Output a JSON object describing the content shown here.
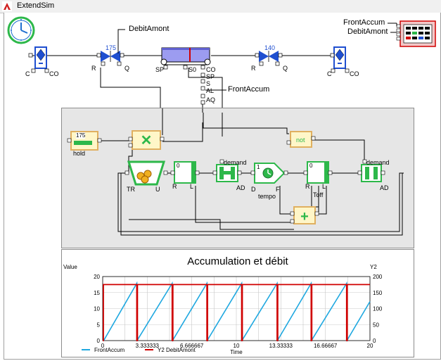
{
  "window": {
    "title": "ExtendSim"
  },
  "top_row": {
    "debit_amont_label": "DebitAmont",
    "valve1_value": "175",
    "valve2_value": "140",
    "front_accum_label": "FrontAccum",
    "legend_block_labels": [
      "FrontAccum",
      "DebitAmont"
    ]
  },
  "connectors": {
    "source_c": "C",
    "source_co": "CO",
    "valve1_r": "R",
    "valve1_q": "Q",
    "conv_sp": "SP",
    "conv_so": "S0",
    "conv_co": "CO",
    "conv_out": [
      "SP",
      "S",
      "AL",
      "AQ"
    ],
    "valve2_r": "R",
    "valve2_q": "Q",
    "sink_c": "C",
    "sink_co": "CO"
  },
  "logic": {
    "hold_value": "175",
    "hold_label": "hold",
    "not_label": "not",
    "counter_r_value": "0",
    "counter_r2_value": "0",
    "demand1": "demand",
    "demand2": "demand",
    "tr": "TR",
    "u": "U",
    "r1": "R",
    "l1": "L",
    "ad1": "AD",
    "ad2": "AD",
    "timer_value": "1",
    "d": "D",
    "f": "F",
    "tempo": "tempo",
    "r2": "R",
    "l2": "L",
    "toff": "Toff"
  },
  "chart": {
    "title": "Accumulation et débit"
  },
  "chart_data": {
    "type": "line",
    "title": "Accumulation et débit",
    "xlabel": "Time",
    "ylabel": "Value",
    "y2label": "Y2",
    "xlim": [
      0,
      20
    ],
    "ylim": [
      0,
      20
    ],
    "y2lim": [
      0,
      200
    ],
    "x_ticks": [
      "0",
      "3.333333",
      "6.666667",
      "10",
      "13.33333",
      "16.66667",
      "20"
    ],
    "y_ticks": [
      "0",
      "5",
      "10",
      "15",
      "20"
    ],
    "y2_ticks": [
      "0",
      "50",
      "100",
      "150",
      "200"
    ],
    "grid": true,
    "legend_position": "bottom-left",
    "series": [
      {
        "name": "FrontAccum",
        "color": "#1fa8e0",
        "axis": "left",
        "x": [
          0,
          0.1,
          2.55,
          2.6,
          5.2,
          5.25,
          7.8,
          7.85,
          10.4,
          10.45,
          13.05,
          13.1,
          15.6,
          15.65,
          18.25,
          18.3,
          20
        ],
        "y": [
          0,
          0.2,
          17.9,
          0.2,
          17.9,
          0.2,
          17.9,
          0.2,
          17.9,
          0.2,
          17.9,
          0.2,
          17.9,
          0.2,
          17.9,
          0.2,
          12.2
        ]
      },
      {
        "name": "Y2 DebitAmont",
        "color": "#d00000",
        "axis": "right",
        "x": [
          0,
          0.05,
          0.05,
          2.55,
          2.55,
          2.6,
          2.6,
          5.2,
          5.2,
          5.25,
          5.25,
          7.8,
          7.8,
          7.85,
          7.85,
          10.4,
          10.4,
          10.45,
          10.45,
          13.05,
          13.05,
          13.1,
          13.1,
          15.6,
          15.6,
          15.65,
          15.65,
          18.25,
          18.25,
          18.3,
          18.3,
          20
        ],
        "y": [
          0,
          0,
          175,
          175,
          0,
          0,
          175,
          175,
          0,
          0,
          175,
          175,
          0,
          0,
          175,
          175,
          0,
          0,
          175,
          175,
          0,
          0,
          175,
          175,
          0,
          0,
          175,
          175,
          0,
          0,
          175,
          175
        ]
      }
    ]
  },
  "colors": {
    "accent_green": "#2db84a",
    "valve_blue": "#1f4fd0",
    "conveyor_blue": "#8c8cf0",
    "plot_red": "#d00000",
    "plot_cyan": "#1fa8e0"
  }
}
